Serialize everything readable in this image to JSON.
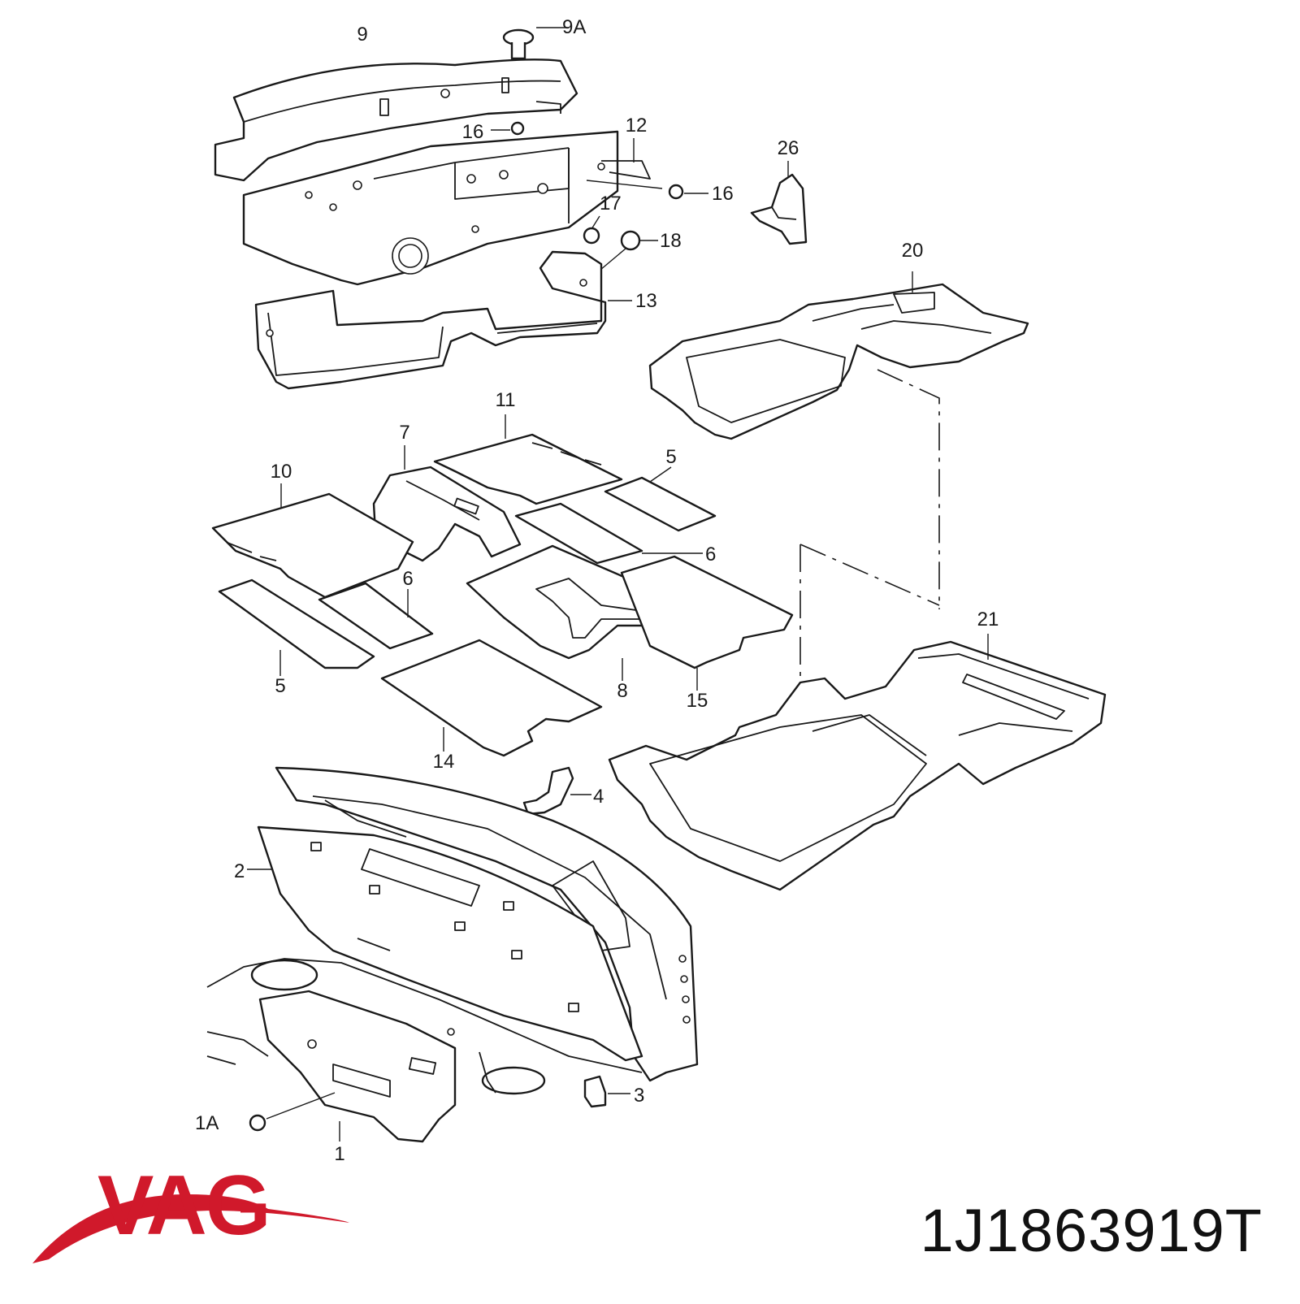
{
  "brand": {
    "logo_text": "VAG",
    "color": "#d0192b"
  },
  "part_number": "1J1863919T",
  "callouts": {
    "c9": "9",
    "c9a": "9A",
    "c16a": "16",
    "c12": "12",
    "c16b": "16",
    "c17": "17",
    "c18": "18",
    "c13": "13",
    "c26": "26",
    "c20": "20",
    "c11": "11",
    "c7": "7",
    "c5a": "5",
    "c10": "10",
    "c6a": "6",
    "c6b": "6",
    "c5b": "5",
    "c8": "8",
    "c15": "15",
    "c14": "14",
    "c21": "21",
    "c4": "4",
    "c2": "2",
    "c3": "3",
    "c1a": "1A",
    "c1": "1"
  }
}
